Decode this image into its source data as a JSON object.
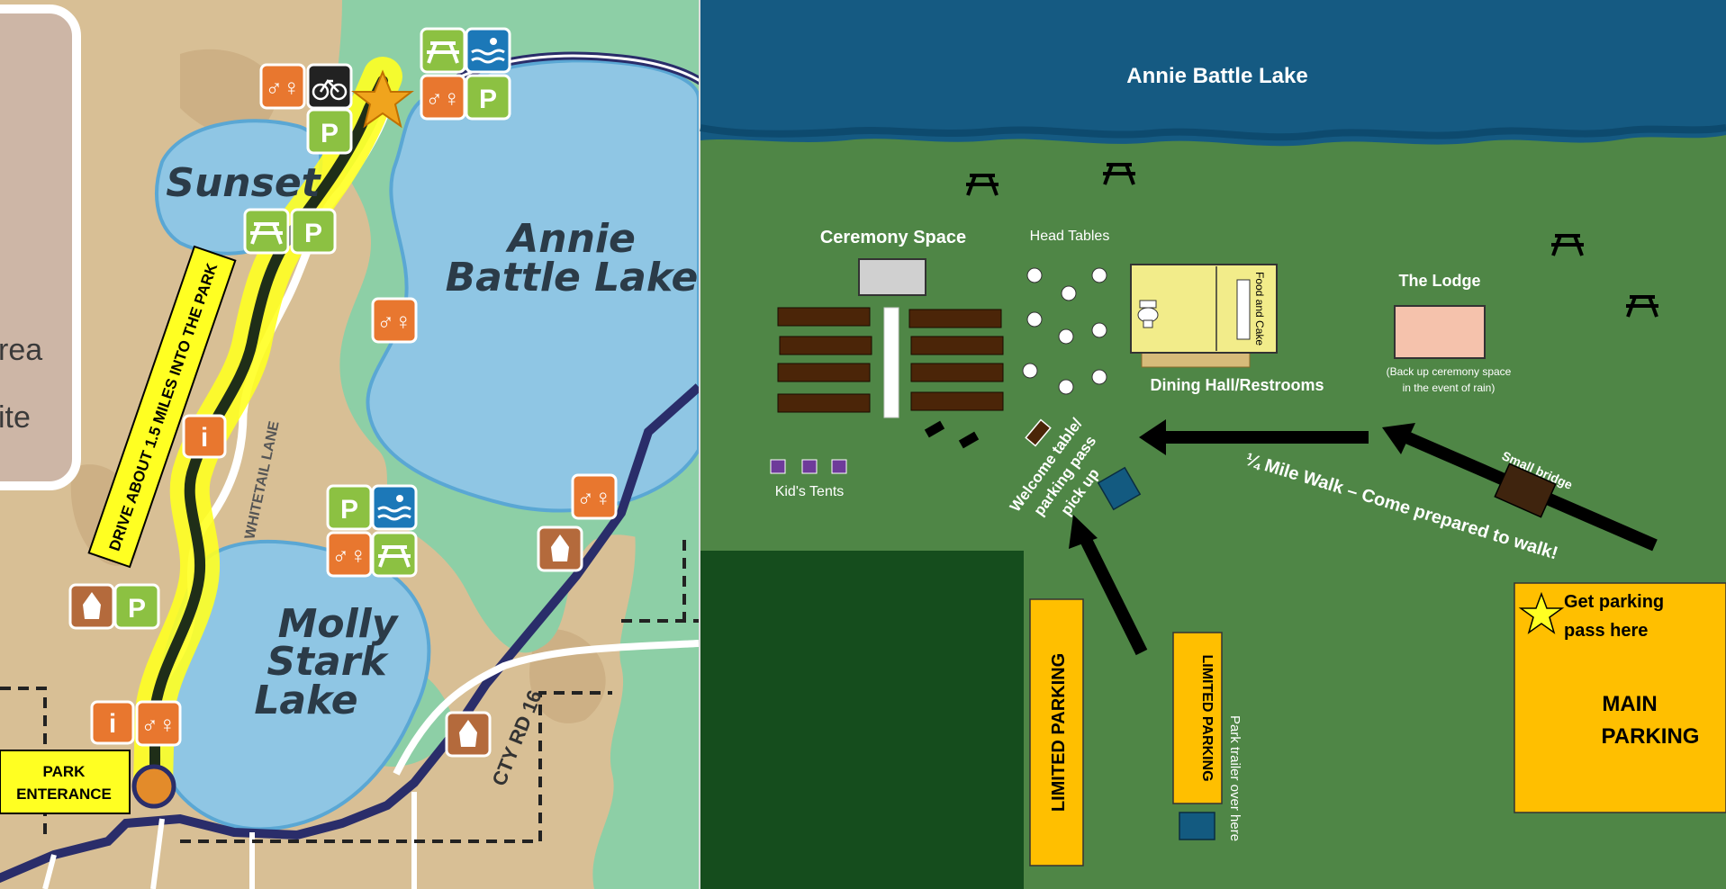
{
  "park_map": {
    "lakes": {
      "sunset": "Sunset",
      "annie_line1": "Annie",
      "annie_line2": "Battle Lake",
      "molly_line1": "Molly",
      "molly_line2": "Stark",
      "molly_line3": "Lake"
    },
    "roads": {
      "whitetail": "WHITETAIL LANE",
      "cty_rd": "CTY RD 16"
    },
    "drive_note": "DRIVE ABOUT 1.5 MILES INTO THE PARK",
    "entrance_line1": "PARK",
    "entrance_line2": "ENTERANCE",
    "cut_text_1": "rea",
    "cut_text_2": "ite",
    "icon_letters": {
      "parking": "P",
      "info": "i"
    },
    "colors": {
      "land": "#d8bf95",
      "lake": "#8fc6e4",
      "green": "#8dcfa6",
      "route": "#ffff22",
      "road": "#2a2d6a",
      "restroom": "#e8772f",
      "parking": "#8cc142",
      "swim": "#1c78b8"
    }
  },
  "site_map": {
    "lake_title": "Annie Battle Lake",
    "ceremony_title": "Ceremony Space",
    "head_tables": "Head Tables",
    "food_cake": "Food and Cake",
    "dining_hall": "Dining Hall/Restrooms",
    "lodge_title": "The Lodge",
    "lodge_note_line1": "(Back up ceremony space",
    "lodge_note_line2": "in the event of rain)",
    "kids_tents": "Kid's Tents",
    "welcome_line1": "Welcome table/",
    "welcome_line2": "parking pass",
    "welcome_line3": "pick up",
    "walk_note": "¼ Mile Walk – Come prepared to walk!",
    "small_bridge": "Small bridge",
    "limited_parking_1": "LIMITED PARKING",
    "limited_parking_2": "LIMITED PARKING",
    "trailer_note": "Park trailer over here",
    "parking_pass_line1": "Get parking",
    "parking_pass_line2": "pass here",
    "main_parking_line1": "MAIN",
    "main_parking_line2": "PARKING",
    "colors": {
      "grass": "#4f8646",
      "water": "#155a82",
      "forest": "#154d1d",
      "parking": "#ffbf00",
      "bench": "#4b2508",
      "dining": "#f2ec8a",
      "lodge": "#f5c2ac",
      "tent": "#6e3b9a",
      "blue_box": "#135a80"
    }
  }
}
